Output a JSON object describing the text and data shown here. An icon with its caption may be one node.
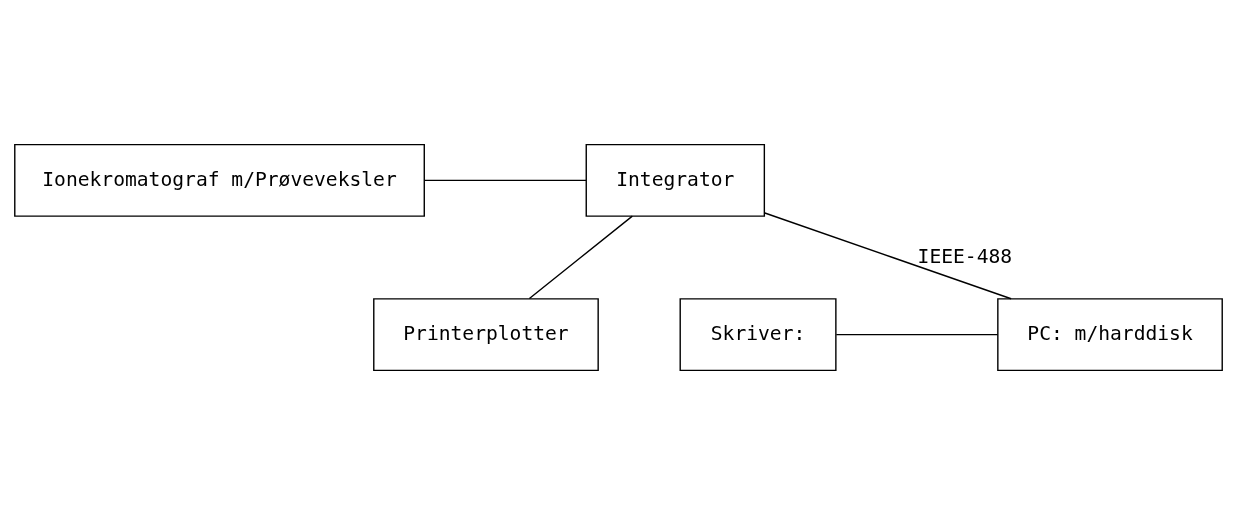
{
  "diagram": {
    "nodes": [
      {
        "text": [
          "Ionekromatograf m/Prøveveksler"
        ]
      },
      {
        "text": [
          "Integrator"
        ]
      },
      {
        "text": [
          "Printerplotter"
        ]
      },
      {
        "text": [
          "Skriver:"
        ]
      },
      {
        "text": [
          "PC: m/harddisk"
        ]
      }
    ],
    "edges": [
      {
        "from": 0,
        "to": 1,
        "arrow": "none"
      },
      {
        "from": 1,
        "to": 2,
        "arrow": "none"
      },
      {
        "from": 1,
        "to": 4,
        "arrow": "none",
        "label": "IEEE-488"
      },
      {
        "from": 3,
        "to": 4,
        "arrow": "none"
      }
    ]
  }
}
